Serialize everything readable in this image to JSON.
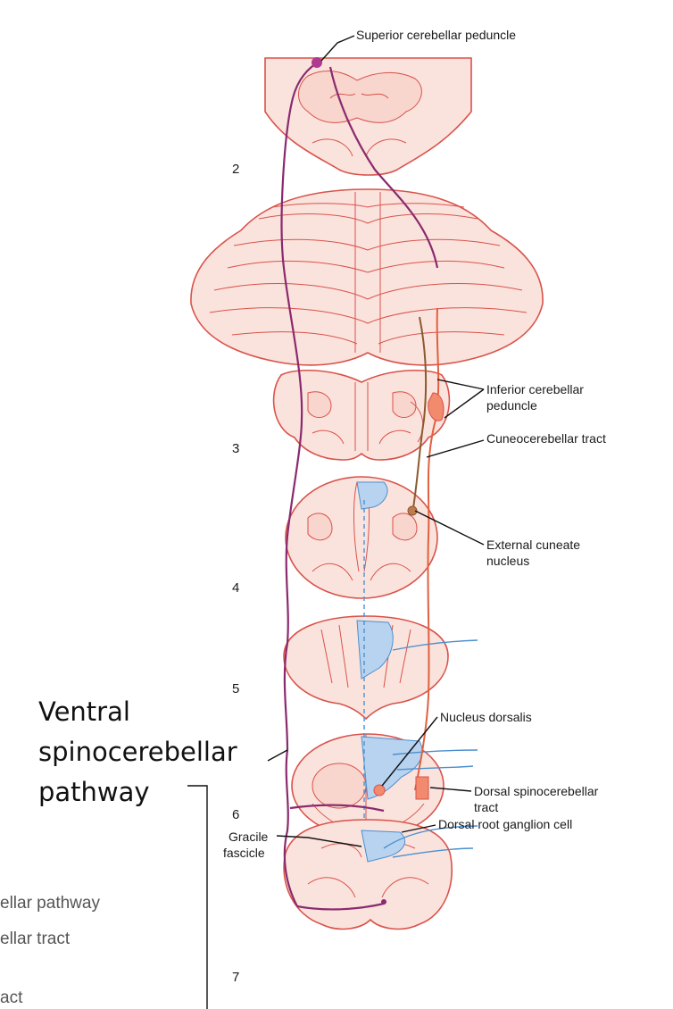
{
  "labels": {
    "superior_cerebellar_peduncle": "Superior cerebellar peduncle",
    "inferior_cerebellar_peduncle_1": "Inferior cerebellar",
    "inferior_cerebellar_peduncle_2": "peduncle",
    "cuneocerebellar_tract": "Cuneocerebellar tract",
    "external_cuneate_1": "External cuneate",
    "external_cuneate_2": "nucleus",
    "nucleus_dorsalis": "Nucleus dorsalis",
    "dorsal_spinocerebellar_1": "Dorsal spinocerebellar",
    "dorsal_spinocerebellar_2": "tract",
    "gracile_1": "Gracile",
    "gracile_2": "fascicle",
    "dorsal_root_ganglion": "Dorsal root ganglion cell",
    "ventral_1": "Ventral",
    "ventral_2": "spinocerebellar",
    "ventral_3": "pathway"
  },
  "level_numbers": [
    "2",
    "3",
    "4",
    "5",
    "6",
    "7"
  ],
  "cropped_legend": [
    "ellar pathway",
    "ellar tract",
    "act"
  ],
  "colors": {
    "tissue_fill": "#fbe3dd",
    "tissue_stroke": "#d9524a",
    "ventral_pathway": "#8a2a6e",
    "dorsal_tract": "#e0603e",
    "cuneo_tract": "#8a5a2e",
    "gray_matter_blue": "#b7d3ef",
    "nerve_blue": "#4c8fcf"
  }
}
